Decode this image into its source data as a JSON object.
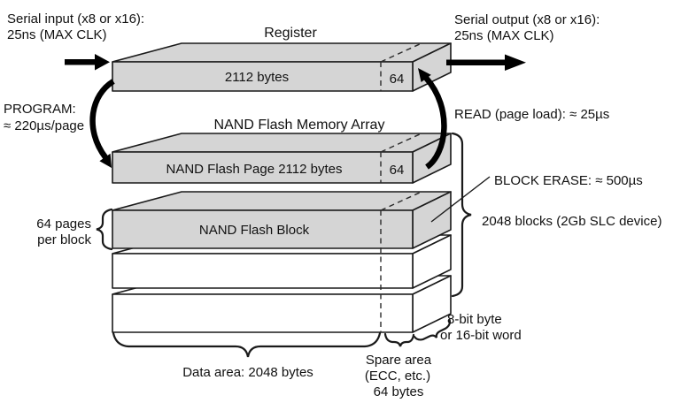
{
  "diagram": {
    "title_register": "Register",
    "title_array": "NAND Flash Memory Array",
    "serial_input": {
      "line1": "Serial input (x8 or x16):",
      "line2": "25ns (MAX CLK)"
    },
    "serial_output": {
      "line1": "Serial output (x8 or x16):",
      "line2": "25ns (MAX CLK)"
    },
    "register_box": {
      "data_label": "2112 bytes",
      "spare_label": "64"
    },
    "page_box": {
      "data_label": "NAND Flash Page 2112 bytes",
      "spare_label": "64"
    },
    "block_box": {
      "label": "NAND Flash Block"
    },
    "program_label": {
      "line1": "PROGRAM:",
      "line2": "≈ 220µs/page"
    },
    "read_label": "READ (page load): ≈ 25µs",
    "block_erase_label": "BLOCK ERASE: ≈ 500µs",
    "blocks_count_label": "2048 blocks (2Gb SLC device)",
    "pages_per_block": {
      "line1": "64 pages",
      "line2": "per block"
    },
    "bus_width": {
      "line1": "8-bit byte",
      "line2": "or 16-bit word"
    },
    "data_area_label": "Data area: 2048 bytes",
    "spare_area": {
      "line1": "Spare area",
      "line2": "(ECC, etc.)",
      "line3": "64 bytes"
    },
    "colors": {
      "box_fill": "#d5d5d5",
      "white_fill": "#ffffff",
      "stroke": "#1a1a1a",
      "text": "#111111"
    }
  }
}
